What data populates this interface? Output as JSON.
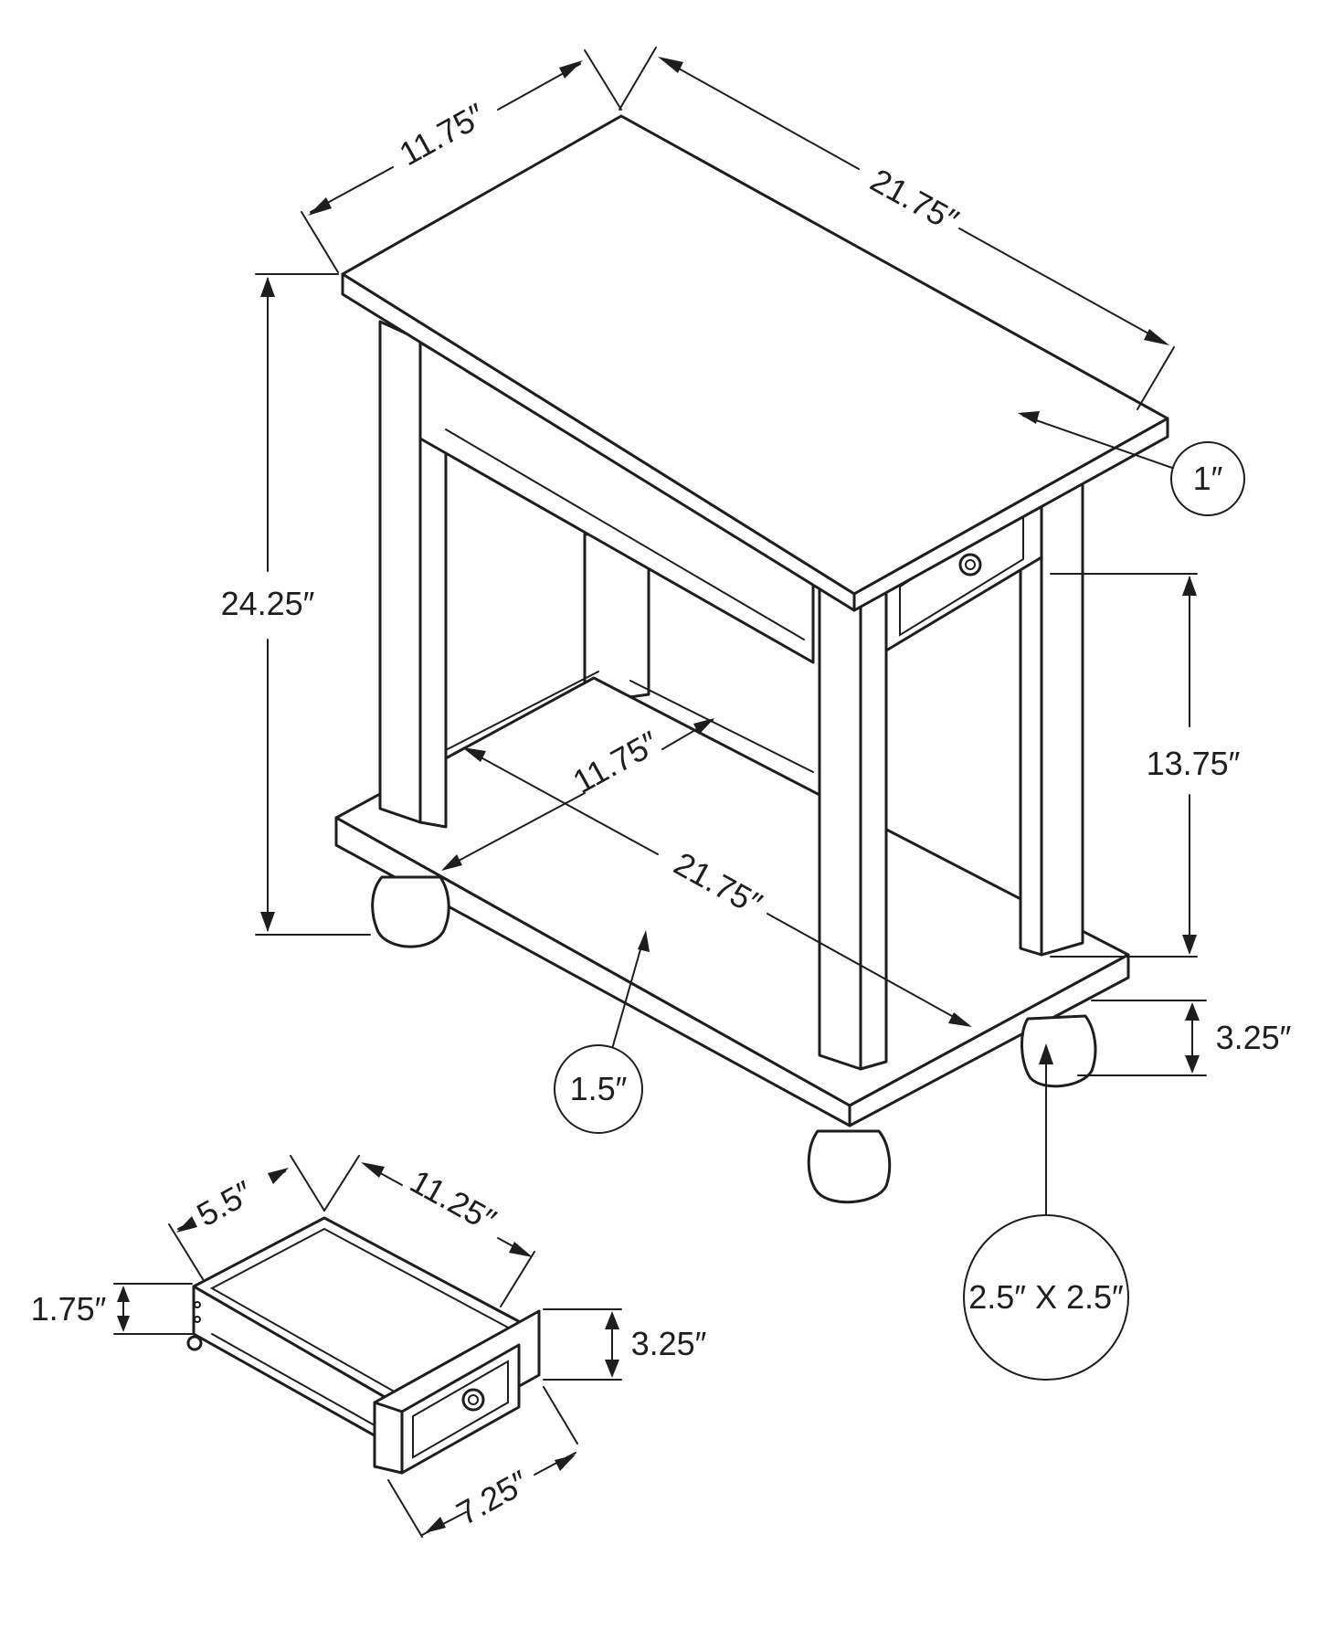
{
  "diagram": {
    "colors": {
      "line": "#1e1e1e",
      "background": "#ffffff"
    },
    "table": {
      "top_depth": "11.75″",
      "top_width": "21.75″",
      "height": "24.25″",
      "shelf_depth": "11.75″",
      "shelf_width": "21.75″",
      "shelf_clearance": "13.75″",
      "foot_height": "3.25″",
      "top_thickness_callout": "1″",
      "shelf_thickness_callout": "1.5″",
      "foot_size_callout": "2.5″ X 2.5″"
    },
    "drawer": {
      "depth": "5.5″",
      "width": "11.25″",
      "inner_height": "1.75″",
      "front_height": "3.25″",
      "front_width": "7.25″"
    }
  }
}
